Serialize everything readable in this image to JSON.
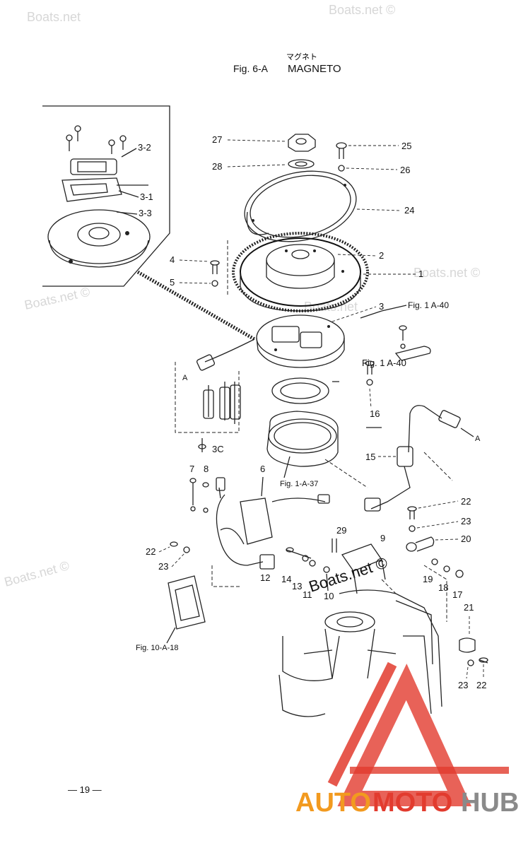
{
  "header": {
    "kana": "マグネト",
    "figure": "Fig. 6-A",
    "title": "MAGNETO"
  },
  "watermarks": [
    "Boats.net",
    "Boats.net ©",
    "Boats.net ©",
    "Boats.net",
    "Boats.net ©",
    "Boats.net ©",
    "Boats.net ©"
  ],
  "callouts": {
    "p27": "27",
    "p28": "28",
    "p25": "25",
    "p26": "26",
    "p24": "24",
    "p2": "2",
    "p1": "1",
    "p3": "3",
    "p4": "4",
    "p5": "5",
    "p3_2": "3-2",
    "p3_1": "3-1",
    "p3_3": "3-3",
    "p16": "16",
    "p15": "15",
    "p3c": "3C",
    "p7": "7",
    "p8": "8",
    "p6": "6",
    "p22a": "22",
    "p23a": "23",
    "p20": "20",
    "p29": "29",
    "p9": "9",
    "p22b": "22",
    "p23b": "23",
    "p12": "12",
    "p14": "14",
    "p13": "13",
    "p11": "11",
    "p10": "10",
    "p19": "19",
    "p18": "18",
    "p17": "17",
    "p21": "21",
    "p23c": "23",
    "p22c": "22",
    "refA": "A",
    "refA2": "A"
  },
  "references": {
    "fig1a40": "Fig. 1 A-40",
    "fig1a37": "Fig. 1-A-37",
    "fig10a18": "Fig. 10-A-18"
  },
  "footer": {
    "page": "— 19 —"
  },
  "logo": {
    "part1": "AUTO",
    "part2": "MOTO",
    "part3": "HUB",
    "color_red": "#e23b2e",
    "color_orange": "#f29a1f",
    "color_gray": "#8a8a8a"
  }
}
